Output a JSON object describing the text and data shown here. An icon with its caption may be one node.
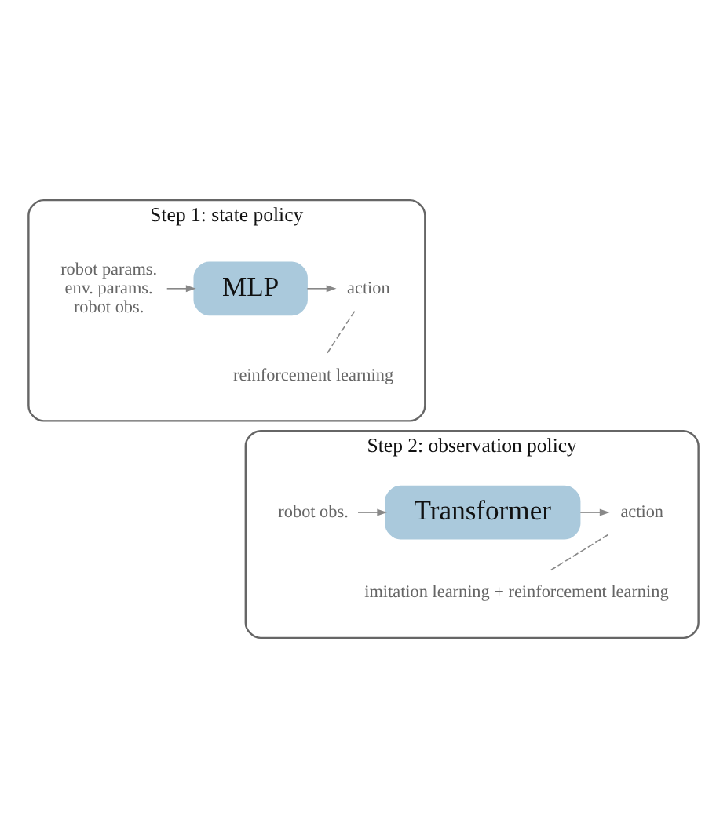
{
  "diagram": {
    "nodes": [
      {
        "text": [
          "Step 1: state policy"
        ]
      },
      {
        "text": [
          "robot params.",
          "env. params.",
          "robot obs."
        ],
        "in": 0
      },
      {
        "text": [
          "MLP"
        ],
        "in": 0
      },
      {
        "text": [
          "action"
        ],
        "in": 0
      },
      {
        "text": [
          "reinforcement learning"
        ],
        "in": 0
      },
      {
        "text": [
          "Step 2: observation policy"
        ]
      },
      {
        "text": [
          "robot obs."
        ],
        "in": 5
      },
      {
        "text": [
          "Transformer"
        ],
        "in": 5
      },
      {
        "text": [
          "action"
        ],
        "in": 5
      },
      {
        "text": [
          "imitation learning + reinforcement learning"
        ],
        "in": 5
      }
    ],
    "edges": [
      {
        "from": 1,
        "to": 2,
        "arrow": "to"
      },
      {
        "from": 2,
        "to": 3,
        "arrow": "to"
      },
      {
        "from": 3,
        "to": 4,
        "arrow": "none",
        "style": "dashed"
      },
      {
        "from": 6,
        "to": 7,
        "arrow": "to"
      },
      {
        "from": 7,
        "to": 8,
        "arrow": "to"
      },
      {
        "from": 8,
        "to": 9,
        "arrow": "none",
        "style": "dashed"
      }
    ]
  }
}
